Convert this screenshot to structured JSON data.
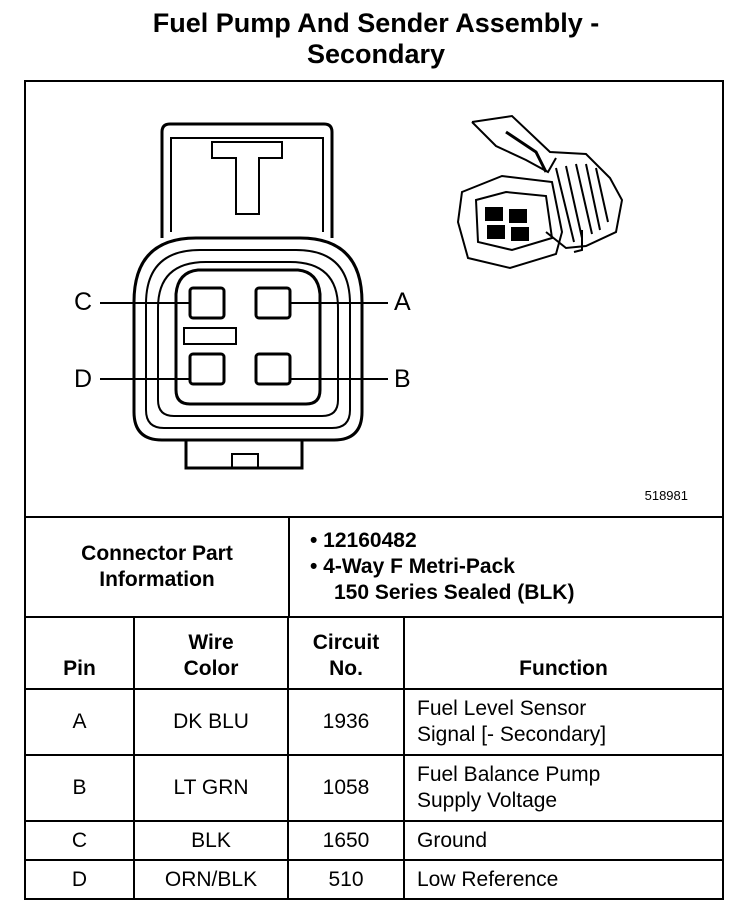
{
  "title": {
    "line1": "Fuel Pump And Sender Assembly -",
    "line2": "Secondary"
  },
  "figure": {
    "id": "518981",
    "pin_labels": {
      "a": "A",
      "b": "B",
      "c": "C",
      "d": "D"
    }
  },
  "connector_info": {
    "label_line1": "Connector Part",
    "label_line2": "Information",
    "part_number": "•  12160482",
    "description_line1": "•  4-Way F Metri-Pack",
    "description_line2": "150 Series Sealed (BLK)"
  },
  "pin_table": {
    "headers": {
      "pin": "Pin",
      "wire_color_line1": "Wire",
      "wire_color_line2": "Color",
      "circuit_line1": "Circuit",
      "circuit_line2": "No.",
      "function": "Function"
    },
    "rows": [
      {
        "pin": "A",
        "wire_color": "DK BLU",
        "circuit": "1936",
        "function_line1": "Fuel Level Sensor",
        "function_line2": "Signal [- Secondary]"
      },
      {
        "pin": "B",
        "wire_color": "LT GRN",
        "circuit": "1058",
        "function_line1": "Fuel Balance Pump",
        "function_line2": "Supply Voltage"
      },
      {
        "pin": "C",
        "wire_color": "BLK",
        "circuit": "1650",
        "function_line1": "Ground",
        "function_line2": ""
      },
      {
        "pin": "D",
        "wire_color": "ORN/BLK",
        "circuit": "510",
        "function_line1": "Low Reference",
        "function_line2": ""
      }
    ]
  }
}
